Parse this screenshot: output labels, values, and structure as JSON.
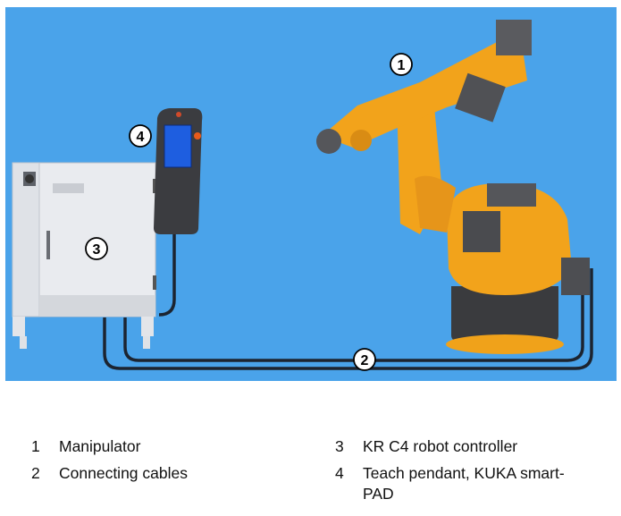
{
  "figure": {
    "background_color": "#4aa3ea",
    "robot_color": "#f2a31b",
    "callouts": [
      "1",
      "2",
      "3",
      "4"
    ]
  },
  "legend": [
    {
      "number": "1",
      "label": "Manipulator"
    },
    {
      "number": "2",
      "label": "Connecting cables"
    },
    {
      "number": "3",
      "label": "KR C4 robot controller"
    },
    {
      "number": "4",
      "label": "Teach pendant, KUKA smart-",
      "label_cont": "PAD"
    }
  ]
}
